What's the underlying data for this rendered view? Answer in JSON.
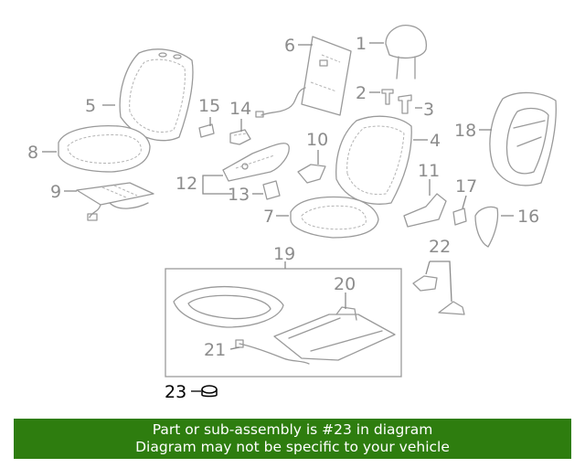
{
  "callouts": {
    "c1": "1",
    "c2": "2",
    "c3": "3",
    "c4": "4",
    "c5": "5",
    "c6": "6",
    "c7": "7",
    "c8": "8",
    "c9": "9",
    "c10": "10",
    "c11": "11",
    "c12": "12",
    "c13": "13",
    "c14": "14",
    "c15": "15",
    "c16": "16",
    "c17": "17",
    "c18": "18",
    "c19": "19",
    "c20": "20",
    "c21": "21",
    "c22": "22",
    "c23": "23"
  },
  "highlight_color": "#000000",
  "part_color": "#9a9a9a",
  "banner": {
    "line1": "Part or sub-assembly is #23 in diagram",
    "line2": "Diagram may not be specific to your vehicle",
    "background": "#2e7d0f",
    "text_color": "#ffffff"
  }
}
